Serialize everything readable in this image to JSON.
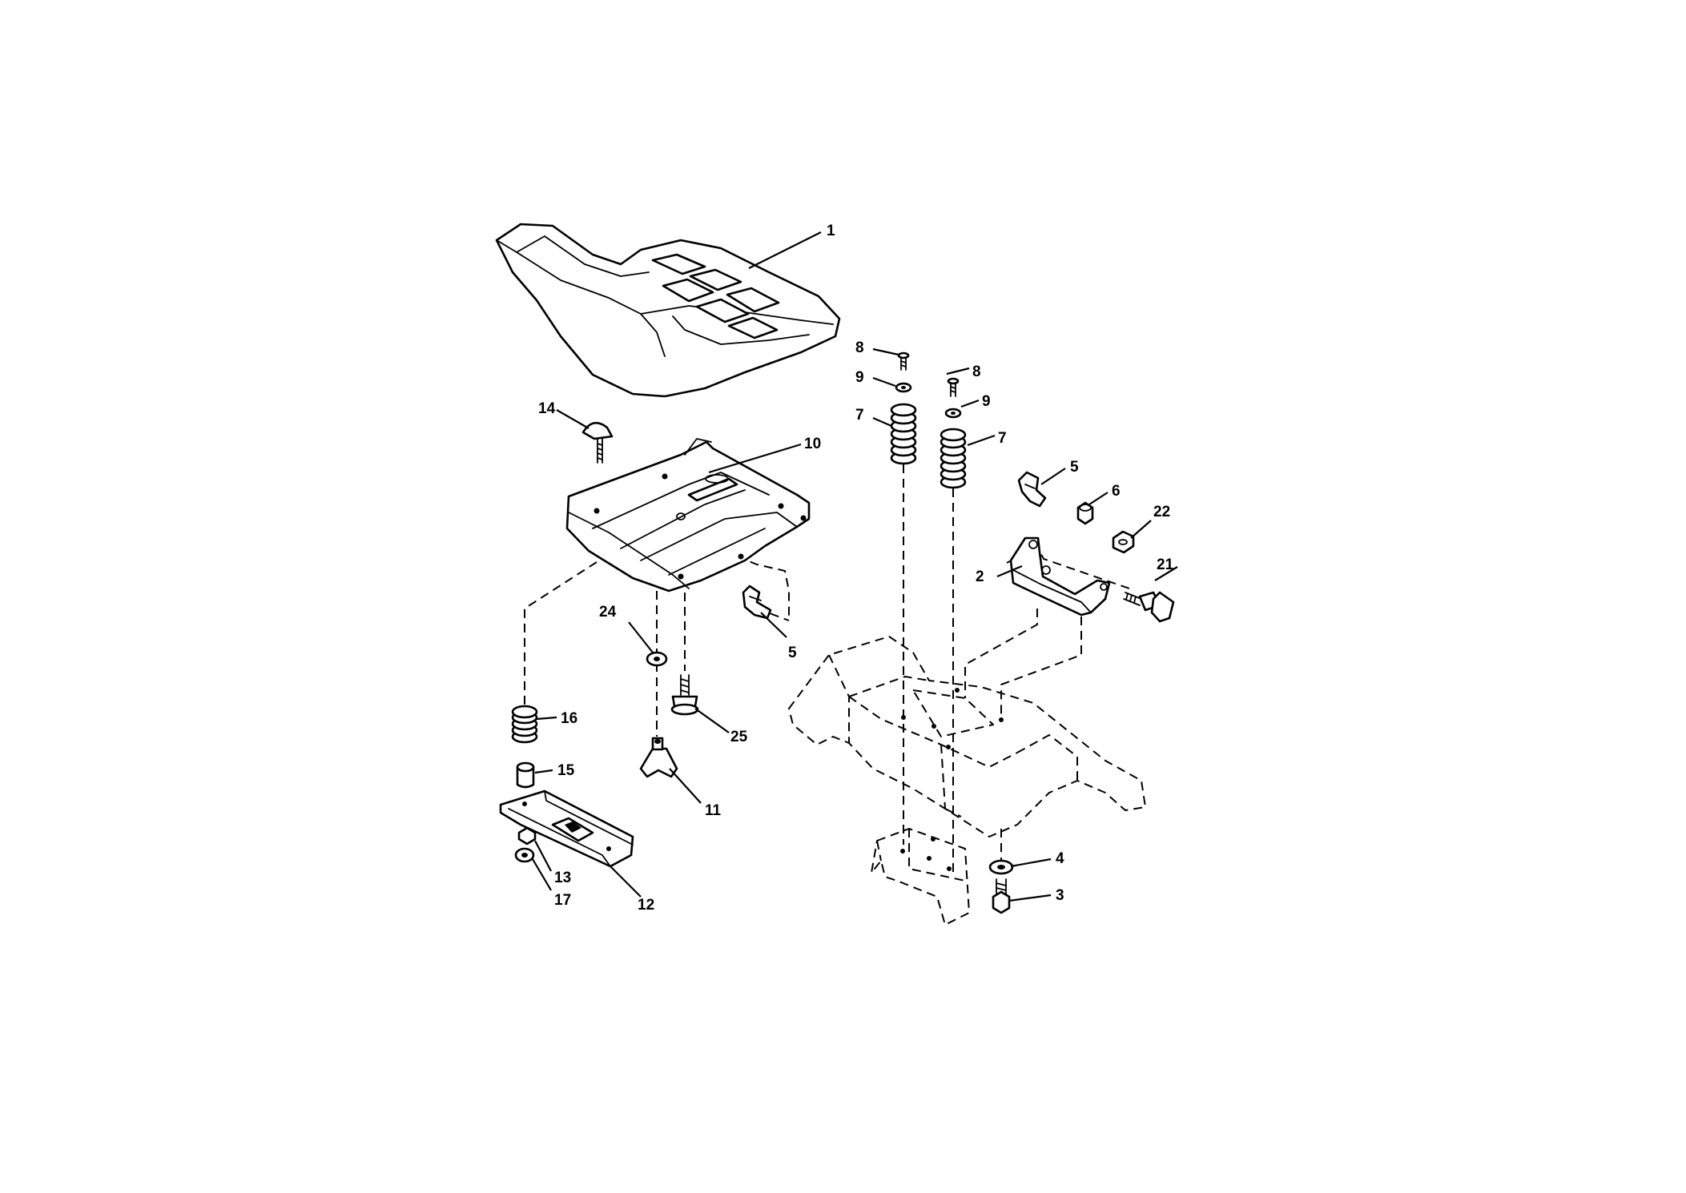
{
  "callouts": [
    {
      "id": "c1",
      "label": "1"
    },
    {
      "id": "c2",
      "label": "2"
    },
    {
      "id": "c3",
      "label": "3"
    },
    {
      "id": "c4",
      "label": "4"
    },
    {
      "id": "c5a",
      "label": "5"
    },
    {
      "id": "c5b",
      "label": "5"
    },
    {
      "id": "c6",
      "label": "6"
    },
    {
      "id": "c7a",
      "label": "7"
    },
    {
      "id": "c7b",
      "label": "7"
    },
    {
      "id": "c8a",
      "label": "8"
    },
    {
      "id": "c8b",
      "label": "8"
    },
    {
      "id": "c9a",
      "label": "9"
    },
    {
      "id": "c9b",
      "label": "9"
    },
    {
      "id": "c10",
      "label": "10"
    },
    {
      "id": "c11",
      "label": "11"
    },
    {
      "id": "c12",
      "label": "12"
    },
    {
      "id": "c13",
      "label": "13"
    },
    {
      "id": "c14",
      "label": "14"
    },
    {
      "id": "c15",
      "label": "15"
    },
    {
      "id": "c16",
      "label": "16"
    },
    {
      "id": "c17",
      "label": "17"
    },
    {
      "id": "c21",
      "label": "21"
    },
    {
      "id": "c22",
      "label": "22"
    },
    {
      "id": "c24",
      "label": "24"
    },
    {
      "id": "c25",
      "label": "25"
    }
  ]
}
